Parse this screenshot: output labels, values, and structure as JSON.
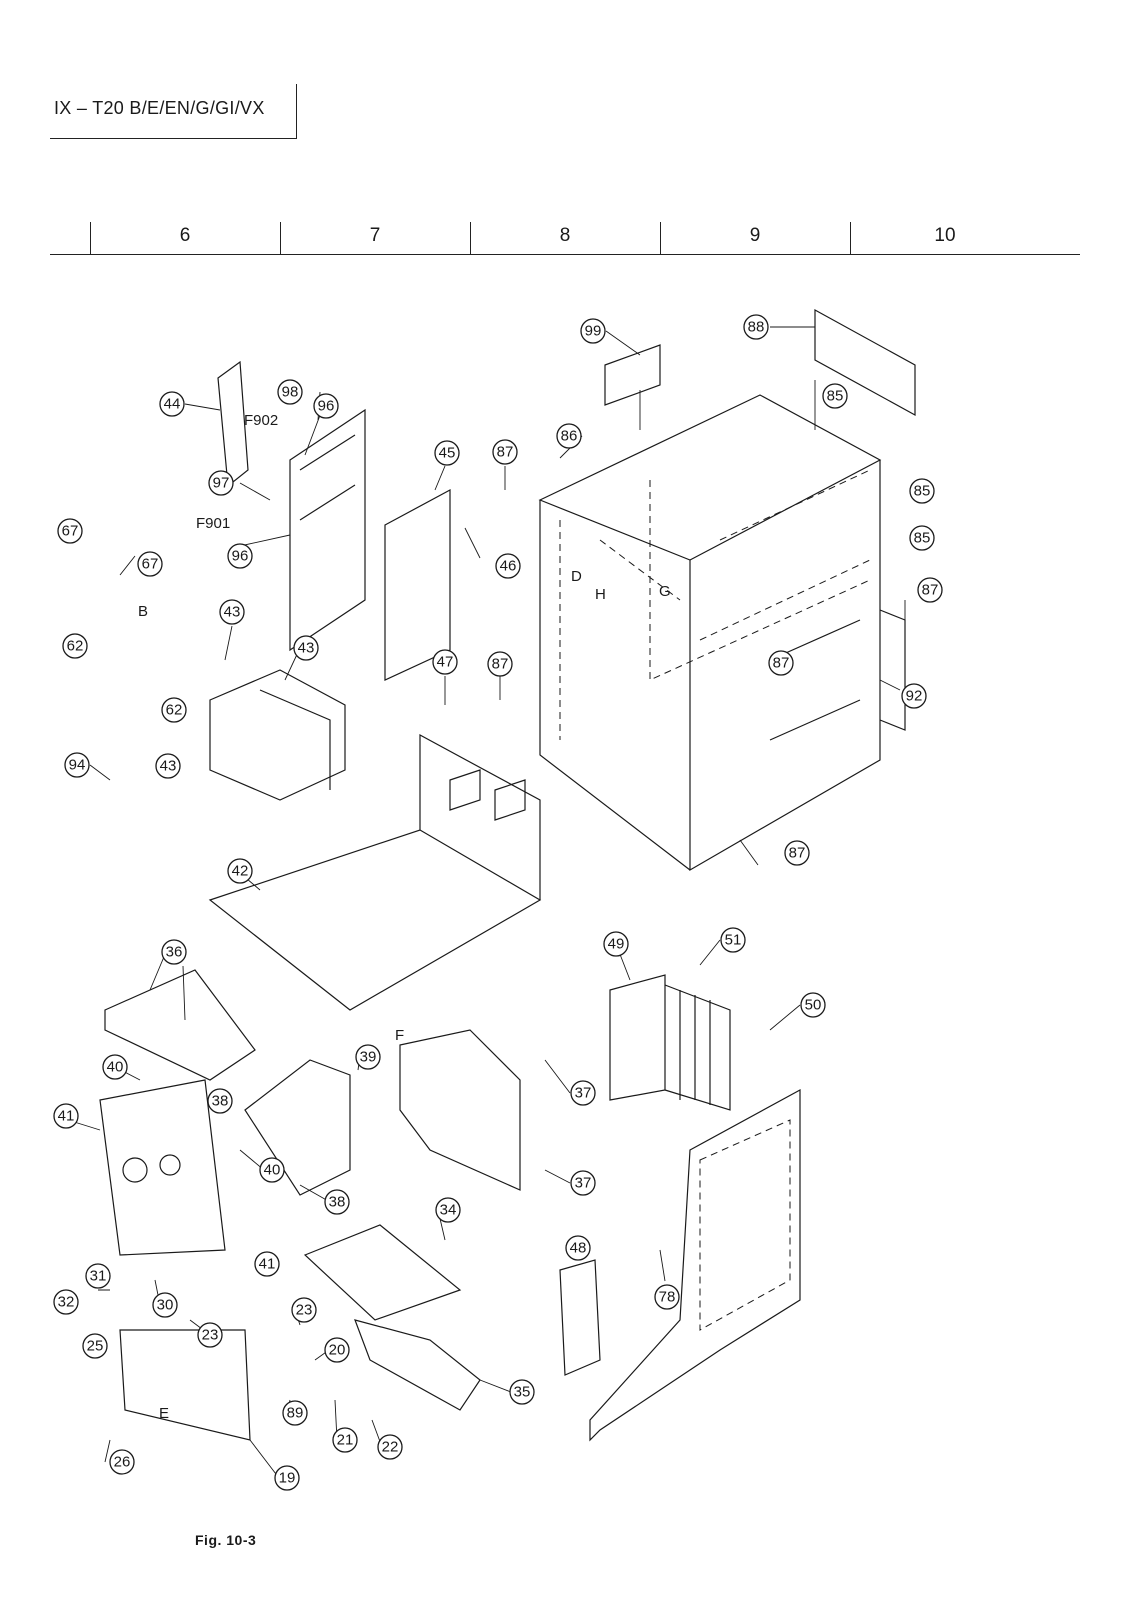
{
  "header": {
    "model": "IX – T20 B/E/EN/G/GI/VX"
  },
  "grid_columns": [
    "6",
    "7",
    "8",
    "9",
    "10"
  ],
  "labels": {
    "fuse_f902": "F902",
    "fuse_f901": "F901",
    "point_b": "B",
    "point_d": "D",
    "point_h": "H",
    "point_g": "G",
    "point_f": "F",
    "point_e": "E"
  },
  "callouts": [
    "99",
    "88",
    "85",
    "86",
    "87",
    "45",
    "96",
    "98",
    "44",
    "97",
    "46",
    "67",
    "43",
    "62",
    "47",
    "92",
    "94",
    "42",
    "36",
    "49",
    "51",
    "50",
    "40",
    "39",
    "37",
    "41",
    "38",
    "34",
    "48",
    "78",
    "31",
    "30",
    "32",
    "23",
    "20",
    "25",
    "89",
    "21",
    "22",
    "19",
    "26",
    "35"
  ],
  "caption": "Fig. 10-3"
}
